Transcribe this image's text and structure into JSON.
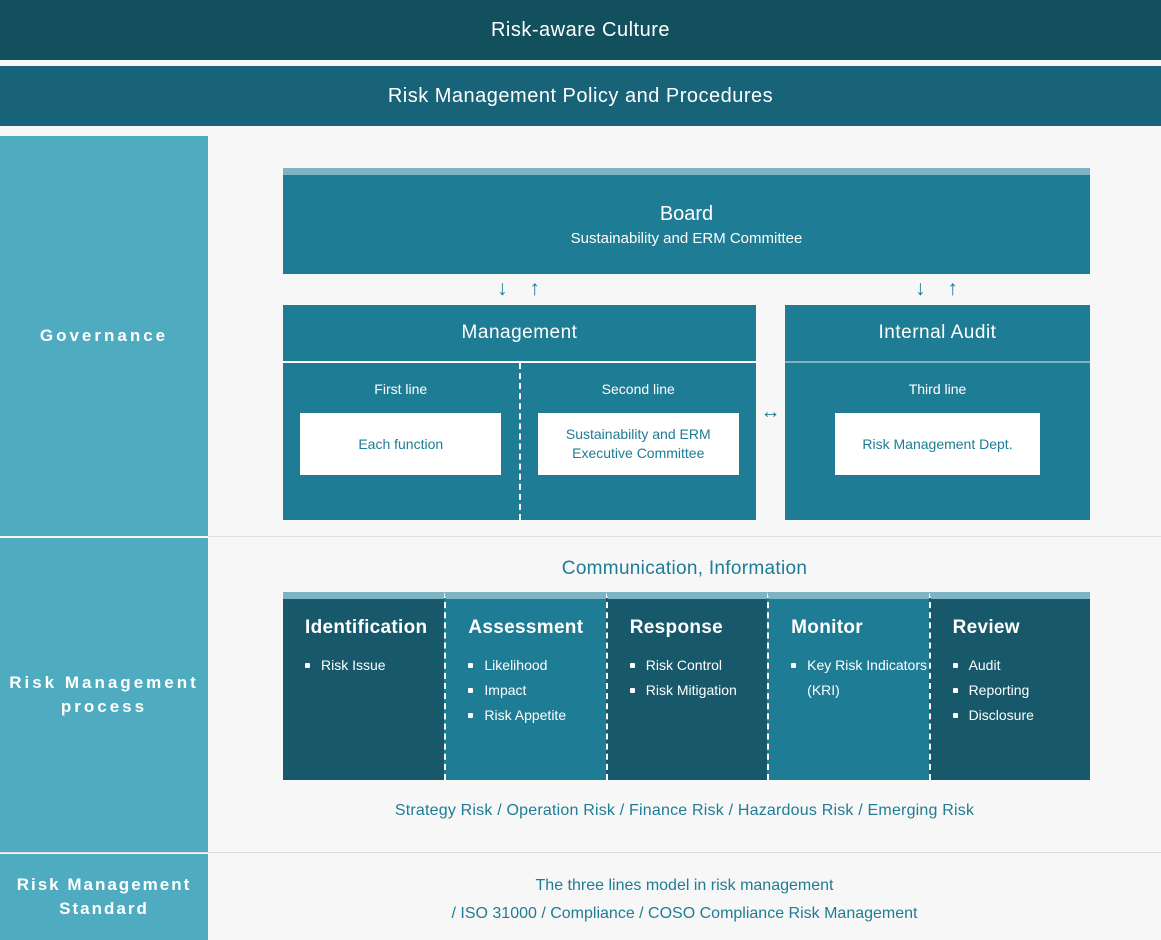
{
  "banners": {
    "culture": "Risk-aware Culture",
    "policy": "Risk Management Policy and Procedures"
  },
  "rail": {
    "governance": "Governance",
    "process": "Risk Management process",
    "standard": "Risk Management Standard"
  },
  "governance": {
    "board": {
      "title": "Board",
      "subtitle": "Sustainability and ERM Committee"
    },
    "arrows": {
      "left": "↓ ↑",
      "right": "↓ ↑",
      "between": "↔"
    },
    "management": {
      "title": "Management",
      "first_line": {
        "label": "First line",
        "card": "Each function"
      },
      "second_line": {
        "label": "Second line",
        "card": "Sustainability and ERM Executive Committee"
      }
    },
    "internal_audit": {
      "title": "Internal Audit",
      "third_line": {
        "label": "Third line",
        "card": "Risk Management Dept."
      }
    }
  },
  "process": {
    "communication_title": "Communication, Information",
    "columns": [
      {
        "title": "Identification",
        "items": [
          "Risk Issue"
        ],
        "shade": "dark"
      },
      {
        "title": "Assessment",
        "items": [
          "Likelihood",
          "Impact",
          "Risk Appetite"
        ],
        "shade": "light"
      },
      {
        "title": "Response",
        "items": [
          "Risk Control",
          "Risk Mitigation"
        ],
        "shade": "dark"
      },
      {
        "title": "Monitor",
        "items": [
          "Key Risk Indicators (KRI)"
        ],
        "shade": "light"
      },
      {
        "title": "Review",
        "items": [
          "Audit",
          "Reporting",
          "Disclosure"
        ],
        "shade": "dark"
      }
    ],
    "risk_types": "Strategy Risk / Operation Risk / Finance Risk / Hazardous Risk / Emerging Risk"
  },
  "standard": {
    "line1": "The three lines model in risk management",
    "line2": "/ ISO 31000 / Compliance / COSO Compliance Risk Management"
  },
  "colors": {
    "dark_teal": "#13505e",
    "mid_teal": "#186377",
    "accent_teal": "#1f7c95",
    "deep_teal": "#17596b",
    "light_blue": "#4fabc0",
    "stripe": "#7db3c2",
    "background": "#f7f7f7"
  }
}
